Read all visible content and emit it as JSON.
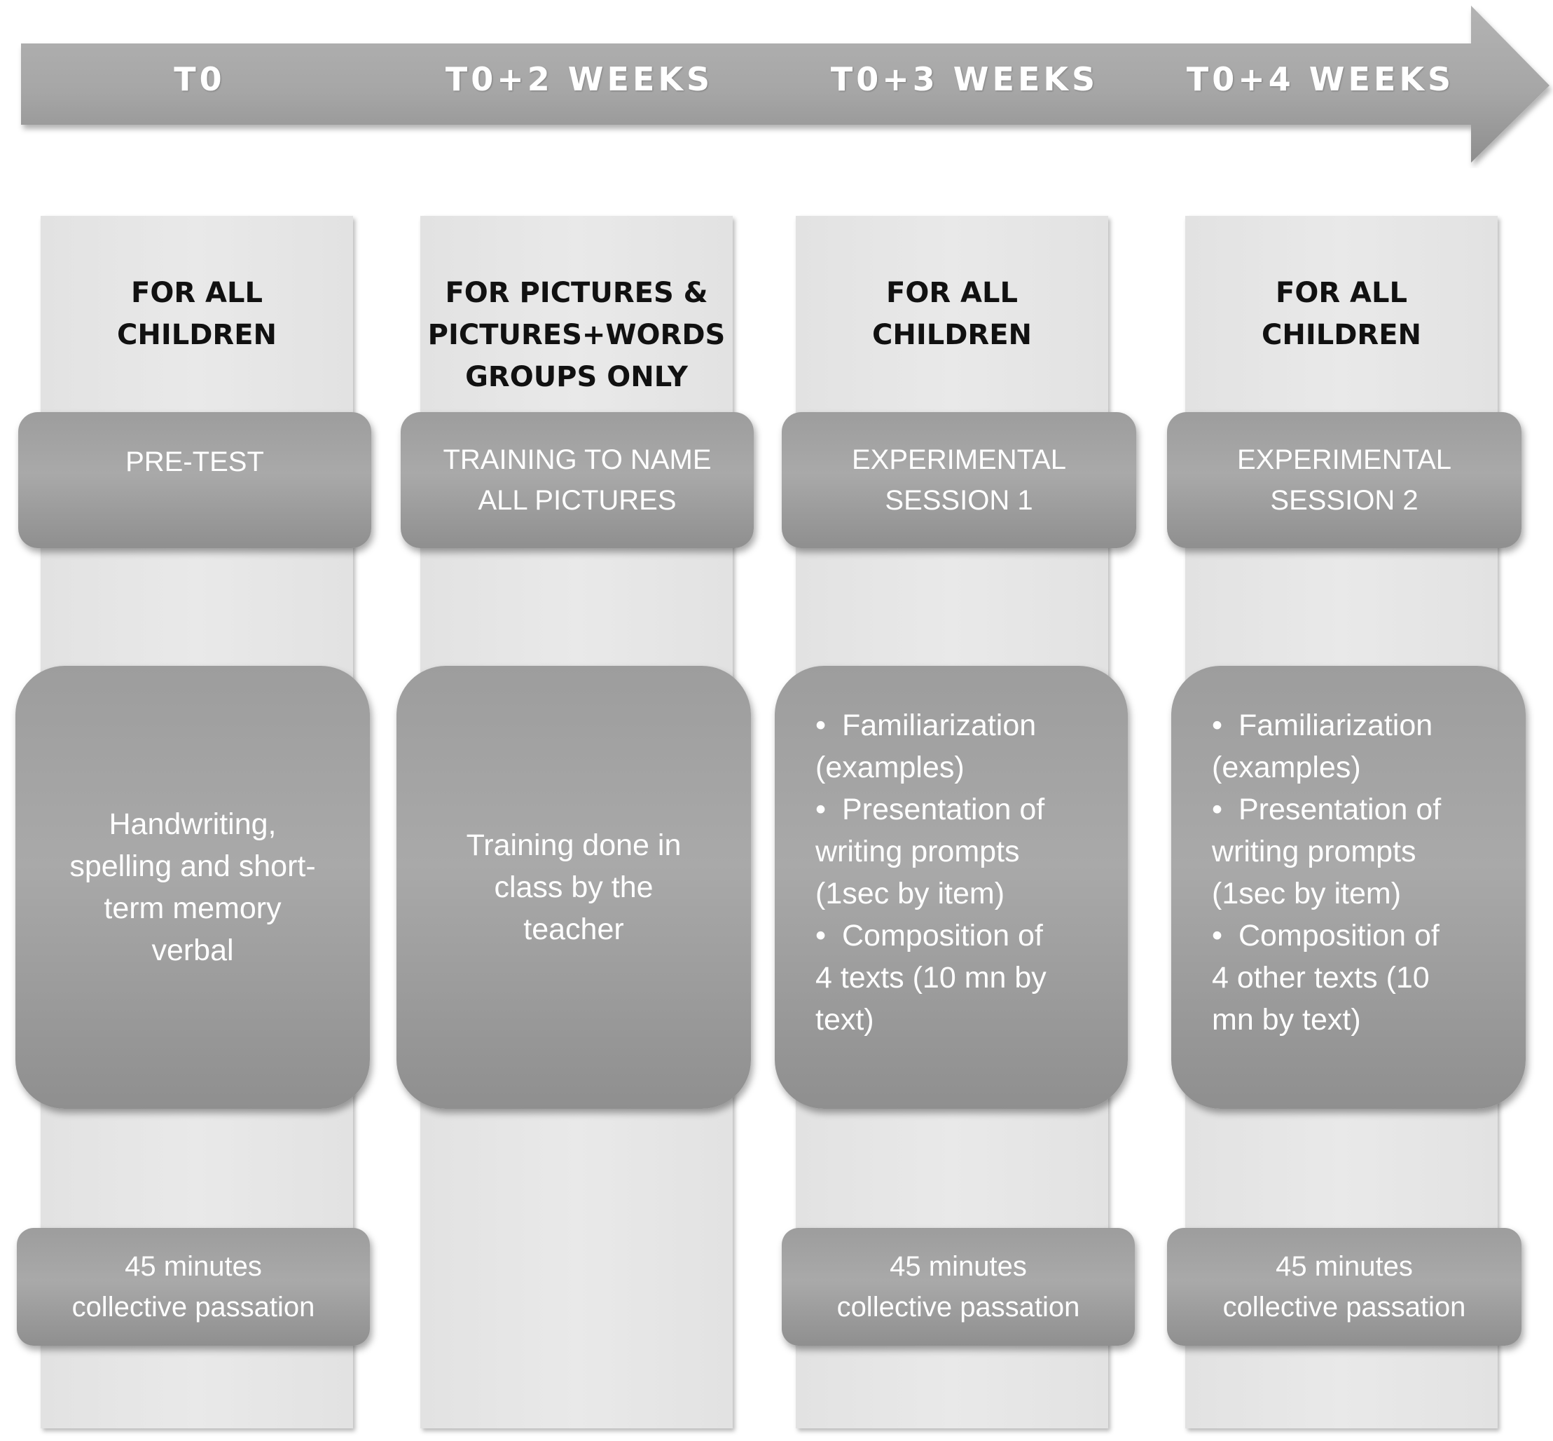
{
  "timeline": {
    "labels": [
      "T0",
      "T0+2 WEEKS",
      "T0+3 WEEKS",
      "T0+4 WEEKS"
    ]
  },
  "stages": [
    {
      "audience": [
        "FOR ALL",
        "CHILDREN"
      ],
      "phase": [
        "PRE-TEST"
      ],
      "task": [
        "Handwriting,",
        "spelling and short-",
        "term memory",
        "verbal"
      ],
      "duration": [
        "45 minutes",
        "collective passation"
      ]
    },
    {
      "audience": [
        "FOR PICTURES &",
        "PICTURES+WORDS",
        "GROUPS ONLY"
      ],
      "phase": [
        "TRAINING TO NAME",
        "ALL PICTURES"
      ],
      "task": [
        "Training done in",
        "class by the",
        "teacher"
      ]
    },
    {
      "audience": [
        "FOR ALL",
        "CHILDREN"
      ],
      "phase": [
        "EXPERIMENTAL",
        "SESSION 1"
      ],
      "task_items": [
        [
          "Familiarization",
          "(examples)"
        ],
        [
          "Presentation of",
          "writing prompts",
          "(1sec by item)"
        ],
        [
          "Composition of",
          "4 texts (10 mn by",
          "text)"
        ]
      ],
      "duration": [
        "45 minutes",
        "collective passation"
      ]
    },
    {
      "audience": [
        "FOR ALL",
        "CHILDREN"
      ],
      "phase": [
        "EXPERIMENTAL",
        "SESSION 2"
      ],
      "task_items": [
        [
          "Familiarization",
          "(examples)"
        ],
        [
          "Presentation of",
          "writing prompts",
          "(1sec by item)"
        ],
        [
          "Composition of",
          "4 other texts (10",
          "mn by text)"
        ]
      ],
      "duration": [
        "45 minutes",
        "collective passation"
      ]
    }
  ],
  "colors": {
    "arrow": "#a4a4a4",
    "column": "#e6e6e6",
    "box": "#a0a0a0",
    "box_text": "#ffffff",
    "audience_text": "#111111"
  }
}
